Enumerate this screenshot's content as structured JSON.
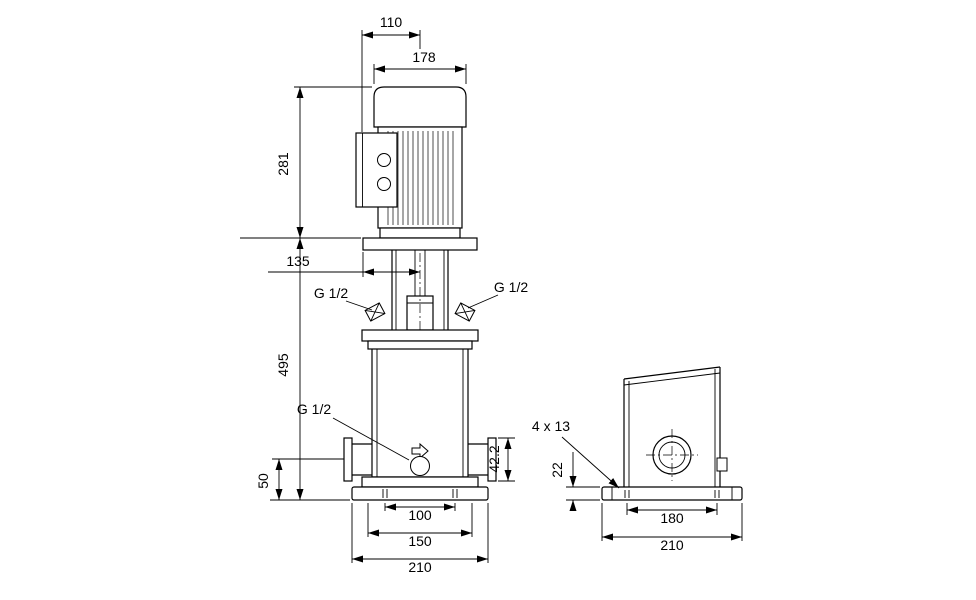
{
  "drawing": {
    "front_view": {
      "dimensions": {
        "top_width": "110",
        "motor_diameter": "178",
        "motor_height": "281",
        "center_offset": "135",
        "pump_height": "495",
        "port_center_height": "50",
        "port_face": "42.2",
        "bolt_hole_spacing": "100",
        "foot_spacing": "150",
        "base_width": "210"
      },
      "connections": {
        "vent_left": "G 1/2",
        "vent_right": "G 1/2",
        "drain": "G 1/2"
      }
    },
    "side_view": {
      "dimensions": {
        "base_holes": "4 x 13",
        "base_height": "22",
        "hole_spacing": "180",
        "base_width": "210"
      }
    }
  }
}
